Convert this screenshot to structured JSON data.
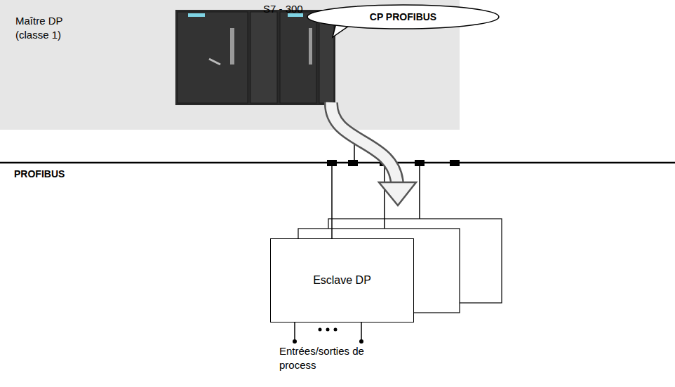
{
  "diagram": {
    "nodes": [
      {
        "text": [
          "Maître DP (classe 1)"
        ]
      },
      {
        "text": [
          "CP PROFIBUS"
        ]
      },
      {
        "text": [
          "Esclave DP"
        ]
      }
    ],
    "labels": [
      "S7 - 300",
      "PROFIBUS",
      "Entrées/sorties de process"
    ]
  }
}
